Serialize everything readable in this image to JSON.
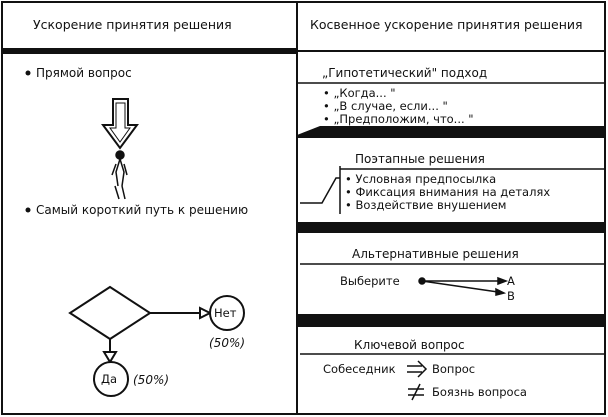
{
  "left": {
    "header": "Ускорение принятия решения",
    "bullet1": "Прямой вопрос",
    "bullet2": "Самый короткий путь к решению",
    "flow": {
      "no_label": "Нет",
      "no_pct": "(50%)",
      "yes_label": "Да",
      "yes_pct": "(50%)"
    }
  },
  "right": {
    "header": "Косвенное ускорение принятия решения",
    "s1": {
      "title": "„Гипотетический\" подход",
      "items": [
        "„Когда... \"",
        "„В случае, если... \"",
        "„Предположим, что... \""
      ]
    },
    "s2": {
      "title": "Поэтапные решения",
      "items": [
        "Условная предпосылка",
        "Фиксация внимания на деталях",
        "Воздействие внушением"
      ]
    },
    "s3": {
      "title": "Альтернативные решения",
      "choose": "Выберите",
      "a": "A",
      "b": "B"
    },
    "s4": {
      "title": "Ключевой вопрос",
      "interlocutor": "Собеседник",
      "q1": "Вопрос",
      "q2": "Боязнь вопроса"
    }
  }
}
